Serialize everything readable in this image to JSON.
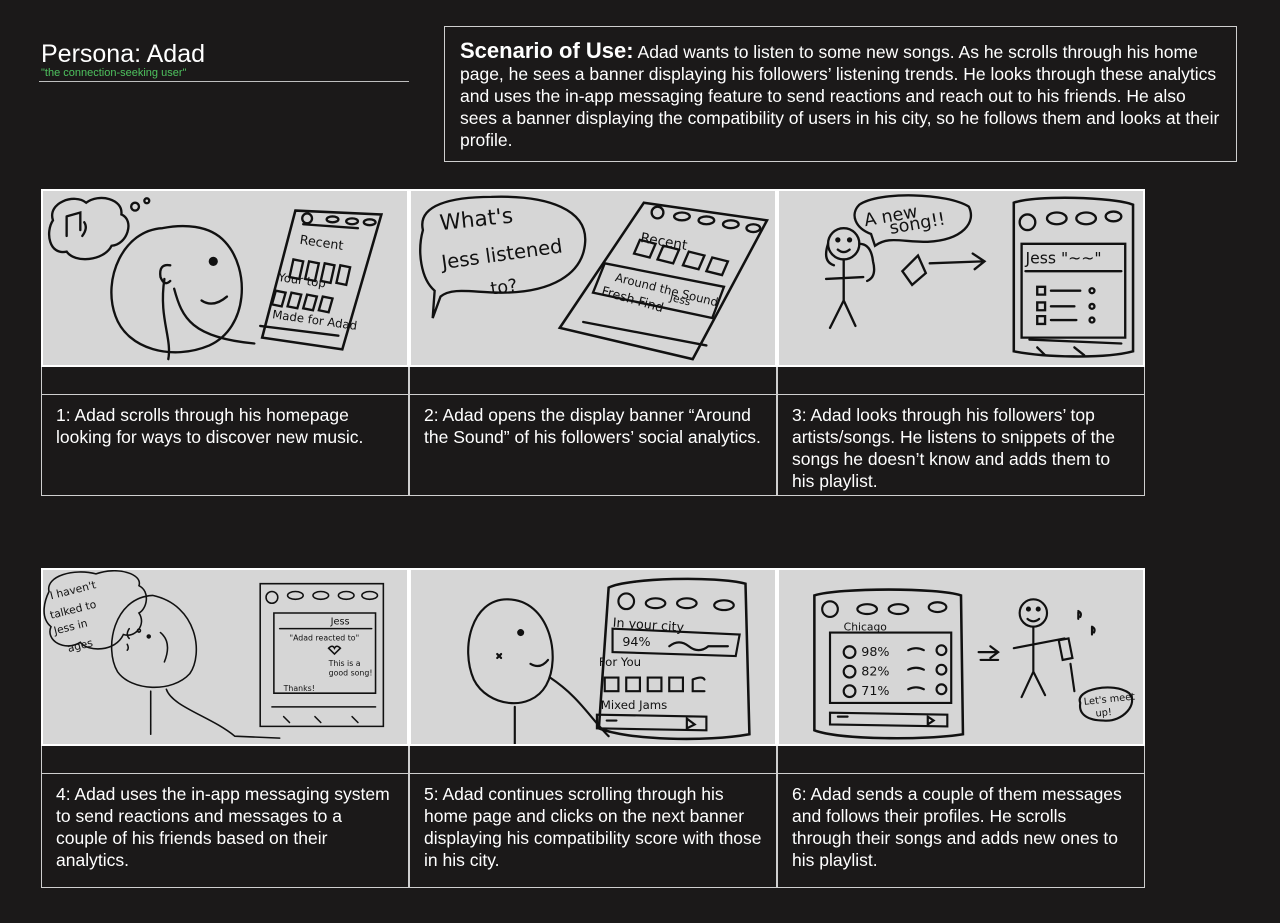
{
  "persona": {
    "title": "Persona: Adad",
    "subtitle": "\"the connection-seeking user\""
  },
  "scenario": {
    "heading": "Scenario of Use:",
    "text": "Adad wants to listen to some new songs. As he scrolls through his home page, he sees a banner displaying his followers’ listening trends. He looks through these analytics and uses the in-app messaging feature to send reactions and reach out to his friends. He also sees a banner displaying the compatibility of users in his city, so he follows them and looks at their profile."
  },
  "panels": [
    {
      "caption": "1: Adad scrolls through his homepage looking for ways to discover new music.",
      "sketch_text": [
        "Recent",
        "Your top",
        "Made for Adad"
      ]
    },
    {
      "caption": "2: Adad opens the display banner “Around the Sound” of his followers’ social analytics.",
      "sketch_text": [
        "What's",
        "Jess listened",
        "to?",
        "Recent",
        "Around the Sound",
        "Jess",
        "Fresh Find"
      ]
    },
    {
      "caption": "3: Adad looks through his followers’ top artists/songs. He listens to snippets of the songs he doesn’t know and adds them to his playlist.",
      "sketch_text": [
        "A new",
        "song!!",
        "Jess \"~~\""
      ]
    },
    {
      "caption": "4: Adad uses the in-app messaging system to send reactions and messages to a couple of his friends based on their analytics.",
      "sketch_text": [
        "I haven't",
        "talked to",
        "Jess in",
        "ages",
        "Jess",
        "\"Adad reacted to\"",
        "This is a",
        "good song!",
        "Thanks!"
      ]
    },
    {
      "caption": "5: Adad continues scrolling through his home page and clicks on the next banner displaying his compatibility score with those in his city.",
      "sketch_text": [
        "In your city",
        "94%",
        "For You",
        "Mixed Jams"
      ]
    },
    {
      "caption": "6: Adad sends a couple of them messages and follows their profiles. He scrolls through their songs and adds new ones to his playlist.",
      "sketch_text": [
        "Chicago",
        "98%",
        "82%",
        "71%",
        "Let's meet",
        "up!"
      ]
    }
  ]
}
